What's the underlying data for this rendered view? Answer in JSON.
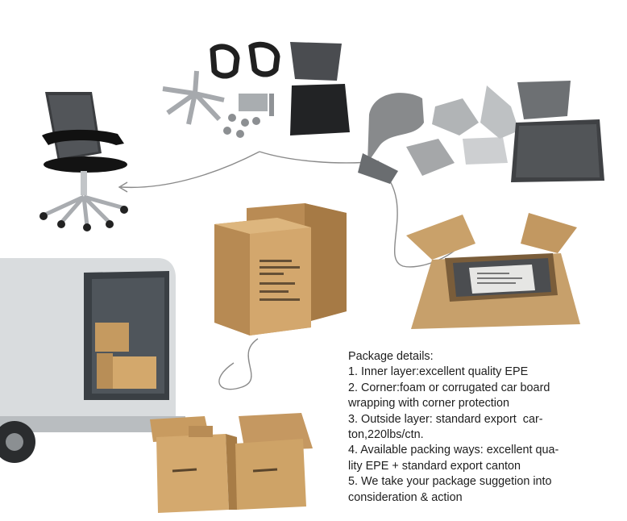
{
  "package": {
    "heading": "Package details:",
    "lines": [
      "1. Inner layer:excellent quality EPE",
      "2. Corner:foam or corrugated car board",
      "wrapping with corner protection",
      "3. Outside layer: standard export  car-",
      "ton,220lbs/ctn.",
      "4. Available packing ways: excellent qua-",
      "lity EPE + standard export canton",
      "5. We take your package suggetion into",
      "consideration & action"
    ]
  },
  "icons": [
    "office-chair",
    "chair-parts",
    "wrapped-parts",
    "carton-boxes",
    "open-box",
    "delivery-truck",
    "box-pile",
    "arrow-curve"
  ],
  "colors": {
    "cardboard": "#c79a62",
    "cardboard_dark": "#9c7343",
    "chrome": "#b9bcc0",
    "text": "#1e1e1e"
  }
}
